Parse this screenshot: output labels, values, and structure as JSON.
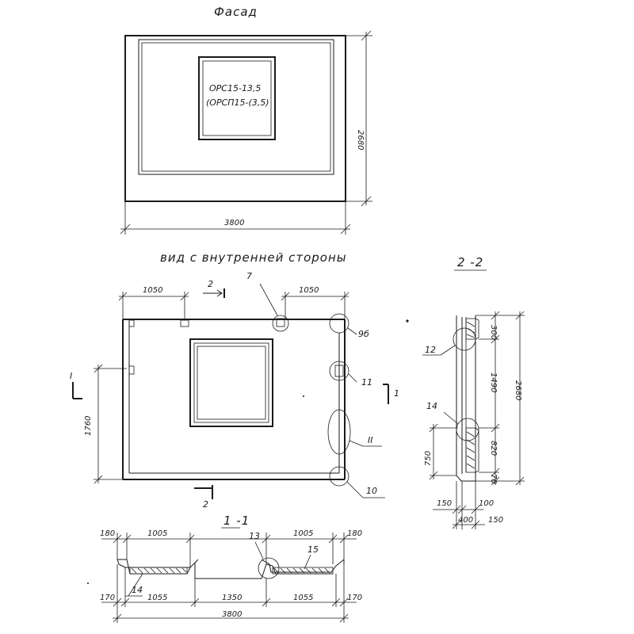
{
  "titles": {
    "facade": "Фасад",
    "inner_view": "вид с внутренней стороны",
    "section_22": "2 -2",
    "section_11": "1 -1"
  },
  "facade": {
    "mark_line1": "ОРС15-13,5",
    "mark_line2": "(ОРСП15-(3,5)",
    "width": "3800",
    "height": "2680"
  },
  "inner": {
    "dim_left_top": "1050",
    "dim_right_top": "1050",
    "dim_left_height": "1760",
    "cut_2_top": "2",
    "cut_2_bottom": "2",
    "cut_1_left": "I",
    "cut_1_right": "1",
    "callouts": {
      "c7": "7",
      "c9b": "9б",
      "c11": "11",
      "cII": "II",
      "c10": "10"
    }
  },
  "section22": {
    "d300": "300",
    "d1490": "1490",
    "d2680": "2680",
    "d820": "820",
    "d70": "70",
    "d750": "750",
    "d150a": "150",
    "d100": "100",
    "d400": "400",
    "d150b": "150",
    "c12": "12",
    "c14": "14"
  },
  "section11": {
    "d180_left": "180",
    "d1005_left": "1005",
    "d1005_right": "1005",
    "d180_right": "180",
    "d170_left": "170",
    "d1055_left": "1055",
    "d1350": "1350",
    "d1055_right": "1055",
    "d170_right": "170",
    "d3800": "3800",
    "c13": "13",
    "c15": "15",
    "c14": "14"
  }
}
